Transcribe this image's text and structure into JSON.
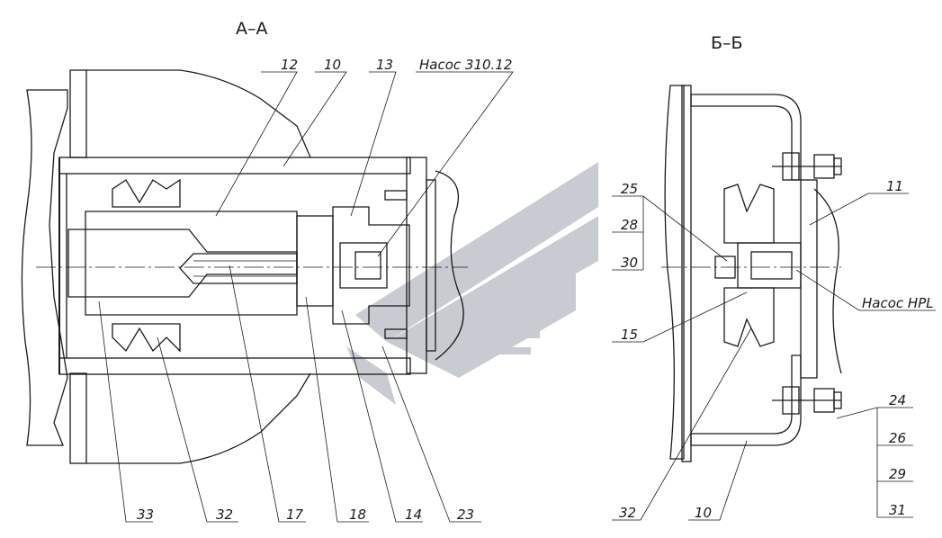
{
  "sections": {
    "aa_title": "А–А",
    "bb_title": "Б–Б"
  },
  "aa_labels": {
    "l12": "12",
    "l10": "10",
    "l13": "13",
    "pump_a": "Насос 310.12",
    "l33": "33",
    "l32": "32",
    "l17": "17",
    "l18": "18",
    "l14": "14",
    "l23": "23"
  },
  "bb_labels": {
    "l25": "25",
    "l28": "28",
    "l30": "30",
    "l15": "15",
    "l11": "11",
    "pump_b": "Насос HPL",
    "l24": "24",
    "l26": "26",
    "l29": "29",
    "l31": "31",
    "l32": "32",
    "l10": "10"
  },
  "colors": {
    "line": "#1a1a1a",
    "watermark": "#c9cbd3",
    "background": "#ffffff"
  }
}
